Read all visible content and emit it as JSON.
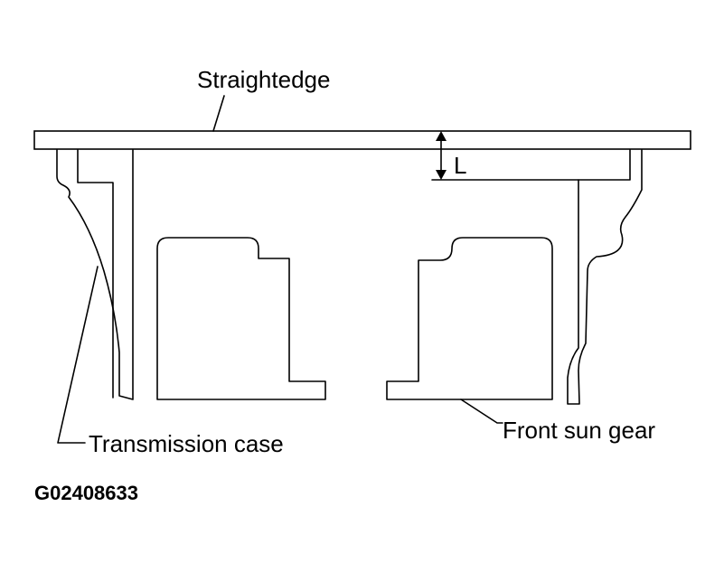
{
  "labels": {
    "straightedge": "Straightedge",
    "dimension": "L",
    "transmission_case": "Transmission case",
    "front_sun_gear": "Front sun gear",
    "figure_code": "G02408633"
  },
  "icons": {
    "dimension_arrow": "double-headed-vertical-arrow"
  },
  "colors": {
    "line": "#000000",
    "background": "#ffffff"
  }
}
